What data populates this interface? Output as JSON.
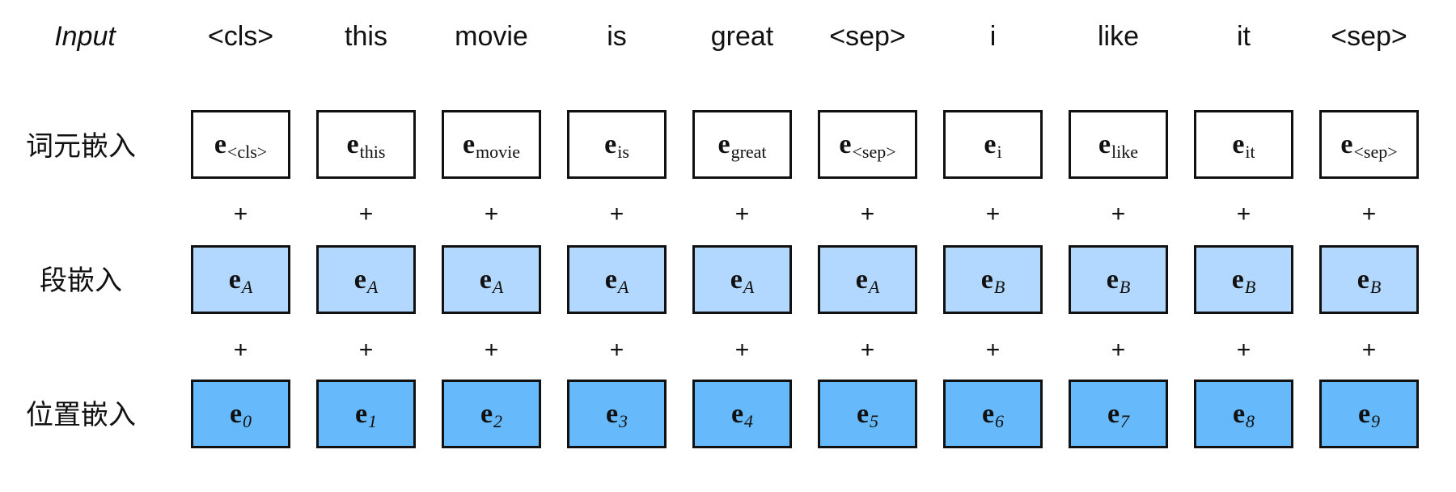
{
  "labels": {
    "input": "Input",
    "token_embedding": "词元嵌入",
    "segment_embedding": "段嵌入",
    "position_embedding": "位置嵌入",
    "plus": "+",
    "embedding_symbol": "e"
  },
  "tokens": [
    "<cls>",
    "this",
    "movie",
    "is",
    "great",
    "<sep>",
    "i",
    "like",
    "it",
    "<sep>"
  ],
  "token_subs": [
    "<cls>",
    "this",
    "movie",
    "is",
    "great",
    "<sep>",
    "i",
    "like",
    "it",
    "<sep>"
  ],
  "segment_subs": [
    "A",
    "A",
    "A",
    "A",
    "A",
    "A",
    "B",
    "B",
    "B",
    "B"
  ],
  "position_subs": [
    "0",
    "1",
    "2",
    "3",
    "4",
    "5",
    "6",
    "7",
    "8",
    "9"
  ],
  "colors": {
    "token_fill": "#ffffff",
    "segment_a_fill": "#b3d8ff",
    "segment_b_fill": "#b3d8ff",
    "position_fill": "#66b9fb",
    "border": "#111111"
  }
}
